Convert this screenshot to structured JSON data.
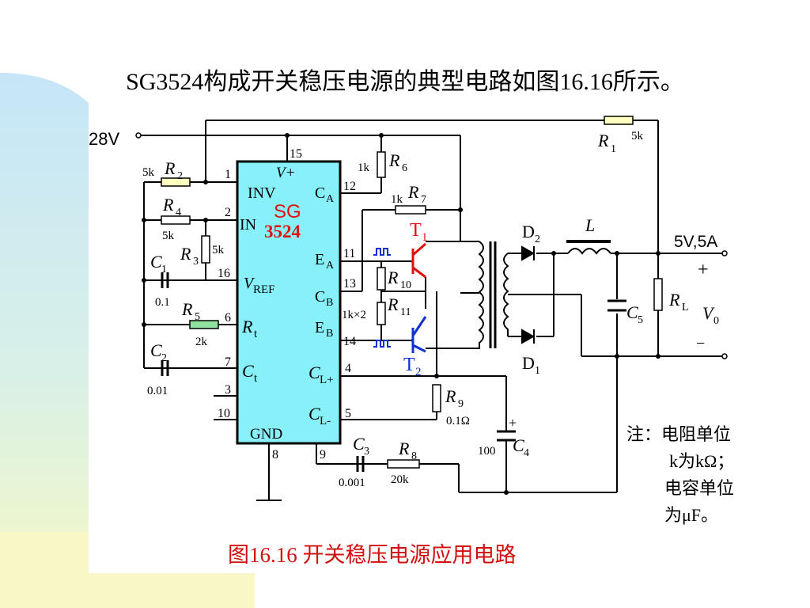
{
  "slide": {
    "heading": "SG3524构成开关稳压电源的典型电路如图16.16所示。",
    "caption": "图16.16 开关稳压电源应用电路",
    "accent_colors": {
      "chip_fill": "#88f0f8",
      "caption": "#d11010",
      "t1_color": "#e01010",
      "t2_color": "#1030d0",
      "bg_left": "#c8e8f8",
      "bg_bottom": "#f8f8c0"
    }
  },
  "circuit": {
    "supply": "28V",
    "chip": {
      "name_top": "SG",
      "name_bottom": "3524"
    },
    "pins": {
      "inv": "INV",
      "in": "IN",
      "vref_main": "V",
      "vref_sub": "REF",
      "rt_main": "R",
      "rt_sub": "t",
      "ct_main": "C",
      "ct_sub": "t",
      "gnd": "GND",
      "vplus": "V+",
      "ca_main": "C",
      "ca_sub": "A",
      "ea_main": "E",
      "ea_sub": "A",
      "cb_main": "C",
      "cb_sub": "B",
      "eb_main": "E",
      "eb_sub": "B",
      "clp_main": "C",
      "clp_sub": "L+",
      "clm_main": "C",
      "clm_sub": "L-"
    },
    "pin_numbers": {
      "p1": "1",
      "p2": "2",
      "p16": "16",
      "p6": "6",
      "p7": "7",
      "p3": "3",
      "p10": "10",
      "p15": "15",
      "p8": "8",
      "p12": "12",
      "p11": "11",
      "p13": "13",
      "p14": "14",
      "p4": "4",
      "p5": "5",
      "p9": "9"
    },
    "components": {
      "r1": {
        "main": "R",
        "sub": "1",
        "value": "5k"
      },
      "r2": {
        "main": "R",
        "sub": "2",
        "value": "5k"
      },
      "r3": {
        "main": "R",
        "sub": "3",
        "value": "5k"
      },
      "r4": {
        "main": "R",
        "sub": "4",
        "value": "5k"
      },
      "r5": {
        "main": "R",
        "sub": "5",
        "value": "2k"
      },
      "r6": {
        "main": "R",
        "sub": "6",
        "value": "1k"
      },
      "r7": {
        "main": "R",
        "sub": "7",
        "value": "1k"
      },
      "r8": {
        "main": "R",
        "sub": "8",
        "value": "20k"
      },
      "r9": {
        "main": "R",
        "sub": "9",
        "value": "0.1Ω"
      },
      "r10": {
        "main": "R",
        "sub": "10"
      },
      "r11": {
        "main": "R",
        "sub": "11",
        "value": "1k×2"
      },
      "c1": {
        "main": "C",
        "sub": "1",
        "value": "0.1"
      },
      "c2": {
        "main": "C",
        "sub": "2",
        "value": "0.01"
      },
      "c3": {
        "main": "C",
        "sub": "3",
        "value": "0.001"
      },
      "c4": {
        "main": "C",
        "sub": "4",
        "value": "100"
      },
      "c5": {
        "main": "C",
        "sub": "5"
      },
      "rl": {
        "main": "R",
        "sub": "L"
      },
      "t1": {
        "main": "T",
        "sub": "1"
      },
      "t2": {
        "main": "T",
        "sub": "2"
      },
      "d1": {
        "main": "D",
        "sub": "1"
      },
      "d2": {
        "main": "D",
        "sub": "2"
      },
      "inductor": "L"
    },
    "output": {
      "rating": "5V,5A",
      "plus": "+",
      "minus": "−",
      "v_main": "V",
      "v_sub": "0"
    },
    "note": {
      "line1": "注：电阻单位",
      "line2": "k为kΩ；",
      "line3": "电容单位",
      "line4": "为μF。"
    }
  }
}
